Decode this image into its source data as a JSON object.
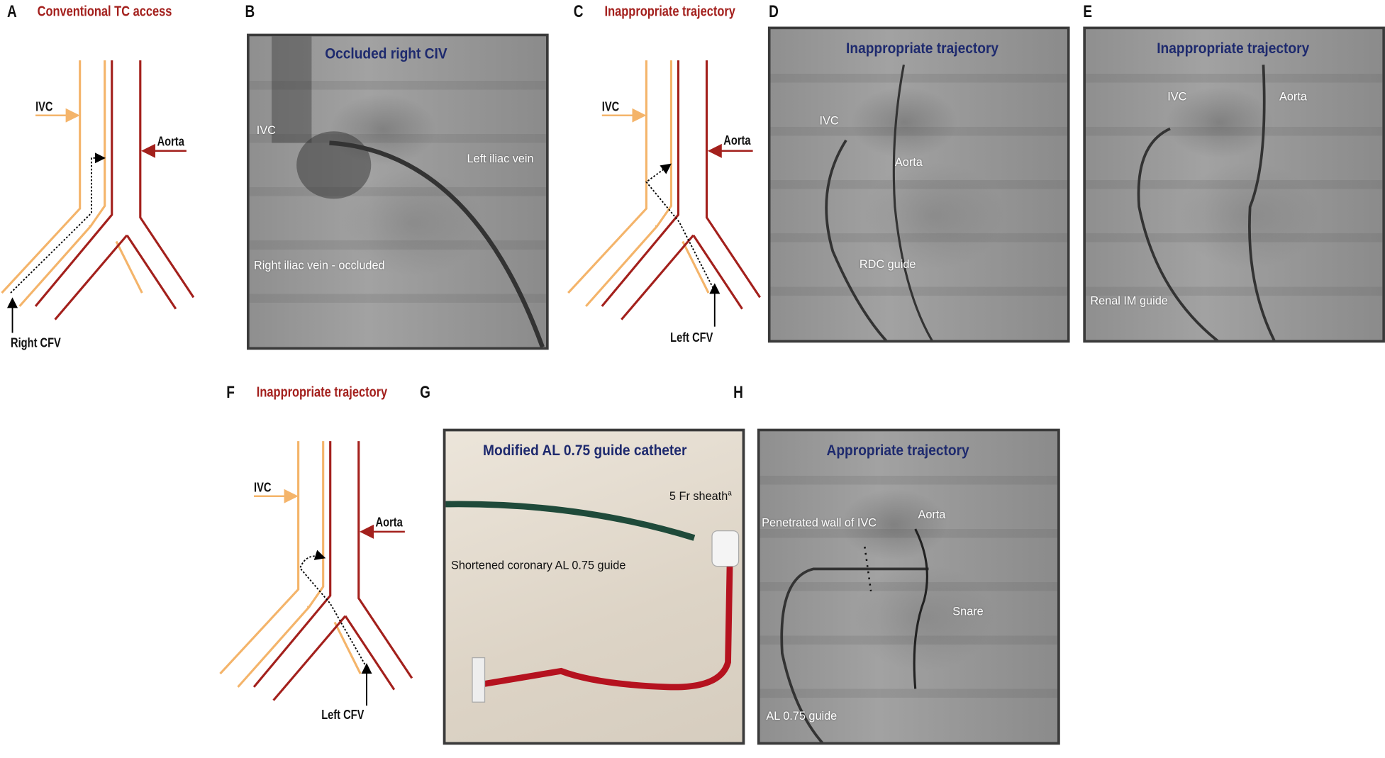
{
  "colors": {
    "ivc": "#f4b46a",
    "aorta": "#a3201c",
    "title_red": "#a31f1c",
    "title_navy": "#1e2a6e"
  },
  "panels": {
    "A": {
      "letter": "A",
      "title": "Conventional TC access",
      "ivc": "IVC",
      "aorta": "Aorta",
      "access": "Right CFV"
    },
    "B": {
      "letter": "B",
      "title": "Occluded right CIV",
      "ivc": "IVC",
      "left_iliac": "Left iliac vein",
      "right_iliac": "Right iliac vein - occluded"
    },
    "C": {
      "letter": "C",
      "title": "Inappropriate trajectory",
      "ivc": "IVC",
      "aorta": "Aorta",
      "access": "Left CFV"
    },
    "D": {
      "letter": "D",
      "title": "Inappropriate trajectory",
      "ivc": "IVC",
      "aorta": "Aorta",
      "guide": "RDC guide"
    },
    "E": {
      "letter": "E",
      "title": "Inappropriate trajectory",
      "ivc": "IVC",
      "aorta": "Aorta",
      "guide": "Renal IM guide"
    },
    "F": {
      "letter": "F",
      "title": "Inappropriate trajectory",
      "ivc": "IVC",
      "aorta": "Aorta",
      "access": "Left CFV"
    },
    "G": {
      "letter": "G",
      "title": "Modified AL 0.75 guide catheter",
      "sheath": "5 Fr sheath",
      "sheath_sup": "a",
      "guide": "Shortened coronary AL 0.75 guide"
    },
    "H": {
      "letter": "H",
      "title": "Appropriate trajectory",
      "wall": "Penetrated wall of IVC",
      "aorta": "Aorta",
      "snare": "Snare",
      "guide": "AL 0.75 guide"
    }
  }
}
